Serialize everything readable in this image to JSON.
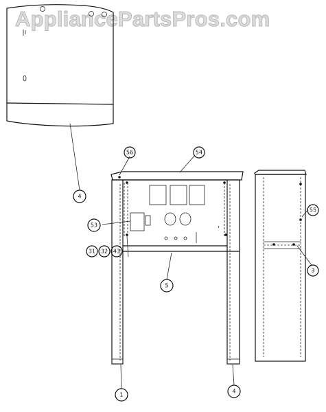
{
  "watermark": "AppliancePartsPros.com",
  "callouts": {
    "door_panel": "4",
    "top_left_corner": "56",
    "top_panel": "54",
    "side_bracket": "55",
    "control_box": "53",
    "screws_a": "31",
    "screws_b": "32",
    "screws_c": "43",
    "control_panel": "5",
    "side_shelf": "3",
    "left_leg": "1",
    "right_leg": "4"
  },
  "colors": {
    "line": "#111111",
    "paper": "#ffffff",
    "watermark": "#dcdcdc"
  }
}
